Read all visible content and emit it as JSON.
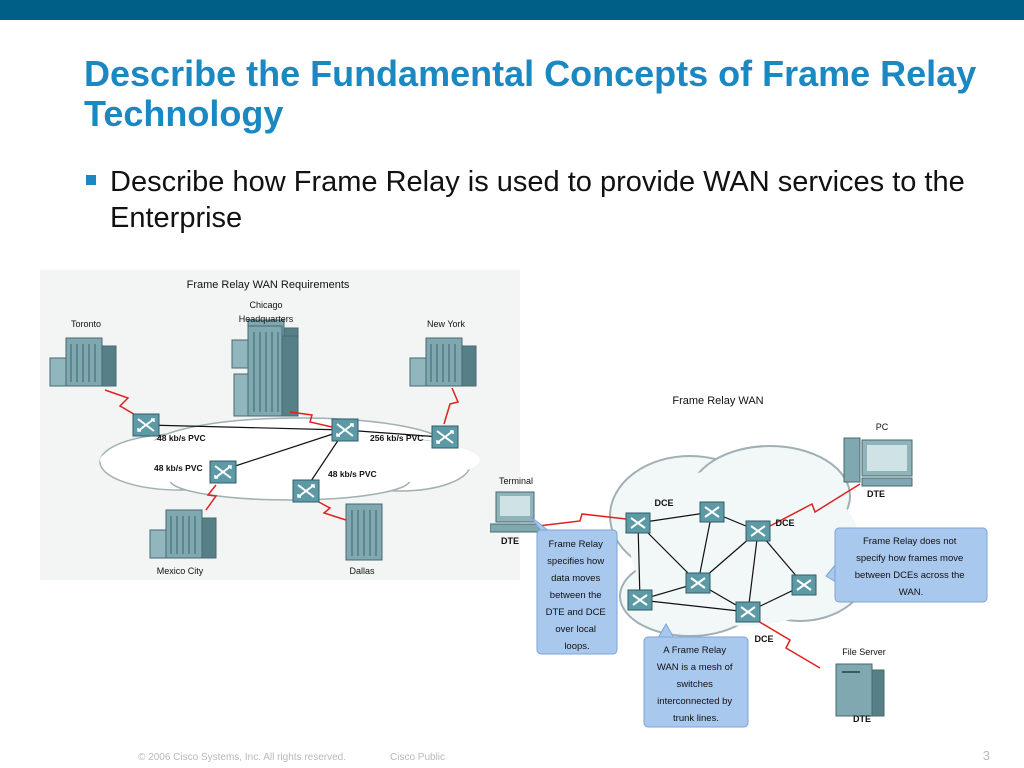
{
  "slide": {
    "title": "Describe the Fundamental Concepts of Frame Relay Technology",
    "bullet": "Describe how Frame Relay is used to provide WAN services to the Enterprise",
    "footer_copyright": "© 2006 Cisco Systems, Inc. All rights reserved.",
    "footer_class": "Cisco Public",
    "page_number": "3"
  },
  "colors": {
    "topbar": "#005f86",
    "title": "#1b88c2",
    "callout_bg": "#a8c8ee",
    "link_red": "#e02020"
  },
  "left_diagram": {
    "title": "Frame Relay WAN Requirements",
    "sites": {
      "toronto": "Toronto",
      "chicago_1": "Chicago",
      "chicago_2": "Headquarters",
      "newyork": "New York",
      "mexico": "Mexico City",
      "dallas": "Dallas"
    },
    "pvc": {
      "toronto": "48 kb/s PVC",
      "newyork": "256 kb/s PVC",
      "mexico": "48 kb/s PVC",
      "dallas": "48 kb/s PVC"
    }
  },
  "right_diagram": {
    "title": "Frame Relay WAN",
    "terminal": "Terminal",
    "pc": "PC",
    "file_server": "File Server",
    "dte": "DTE",
    "dce": "DCE",
    "callout_left": [
      "Frame Relay",
      "specifies how",
      "data moves",
      "between the",
      "DTE and DCE",
      "over local",
      "loops."
    ],
    "callout_right": [
      "Frame Relay does not",
      "specify how frames move",
      "between DCEs across the",
      "WAN."
    ],
    "callout_bottom": [
      "A Frame Relay",
      "WAN is a mesh of",
      "switches",
      "interconnected by",
      "trunk lines."
    ]
  }
}
